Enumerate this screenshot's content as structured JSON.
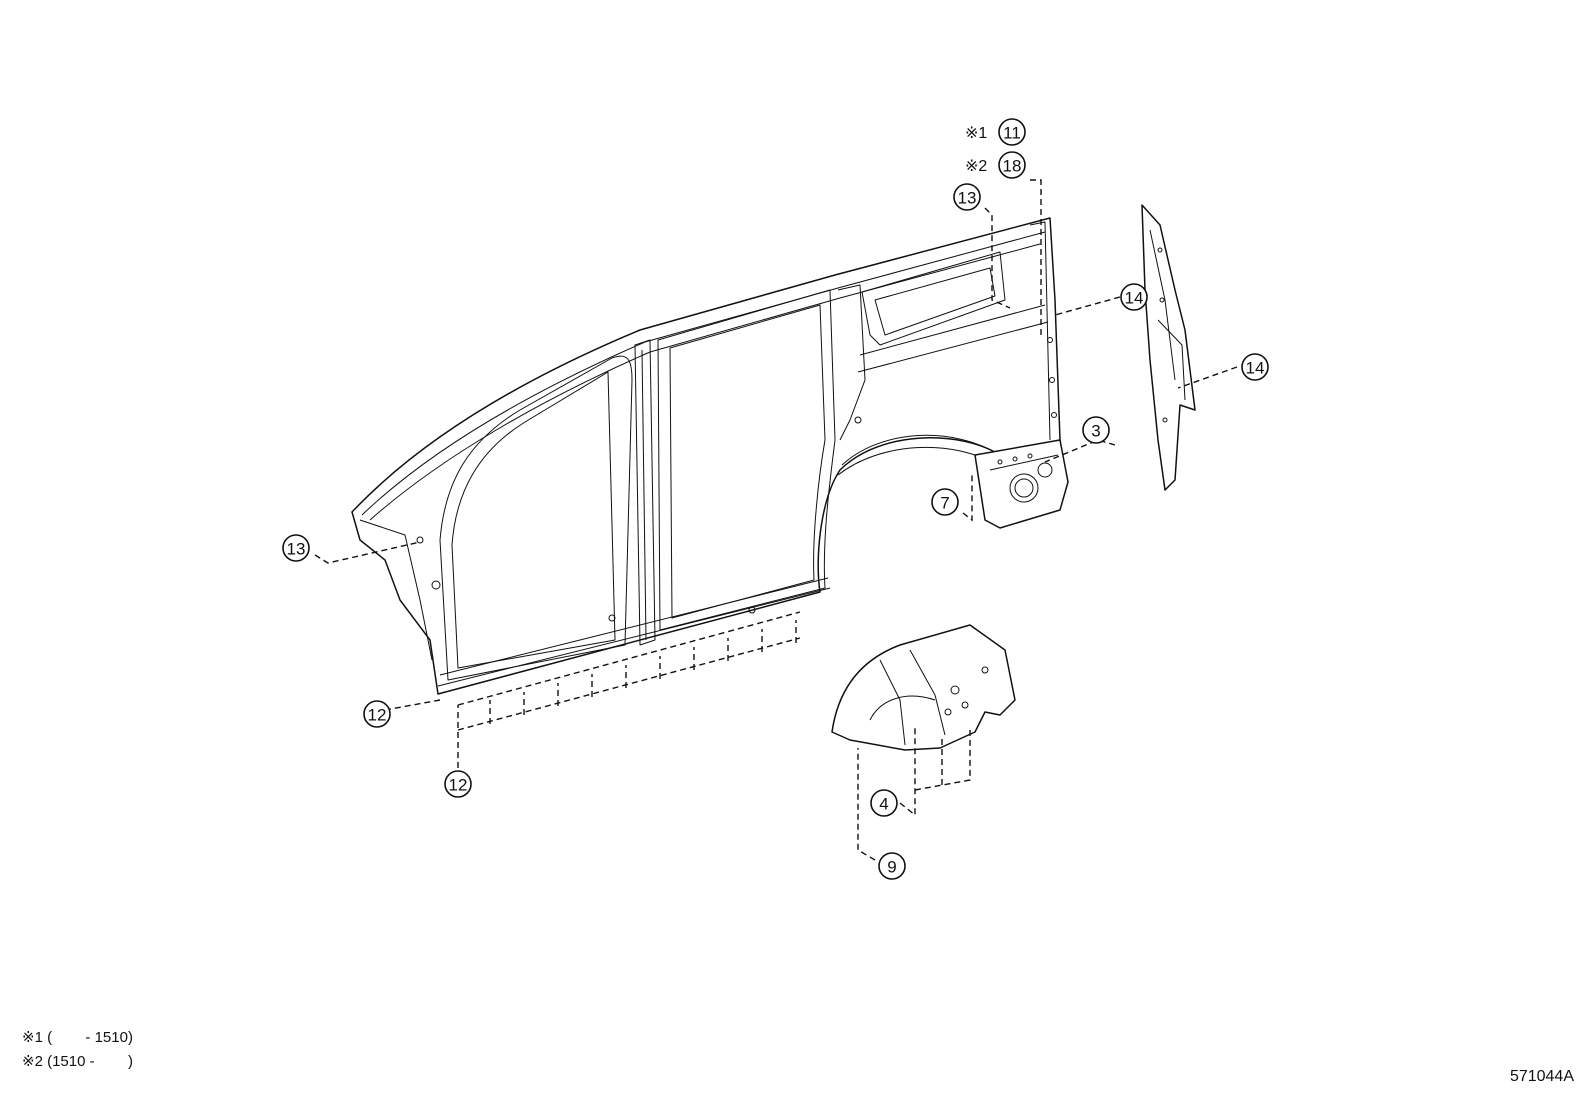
{
  "callouts": {
    "c11": "11",
    "c18": "18",
    "c13_top": "13",
    "c14_a": "14",
    "c14_b": "14",
    "c3": "3",
    "c7": "7",
    "c13_left": "13",
    "c12_a": "12",
    "c12_b": "12",
    "c4": "4",
    "c9": "9"
  },
  "prefixes": {
    "p1": "※1",
    "p2": "※2"
  },
  "notes": {
    "note1": "※1 (        - 1510)",
    "note2": "※2 (1510 -        )"
  },
  "illustration_code": "571044A"
}
